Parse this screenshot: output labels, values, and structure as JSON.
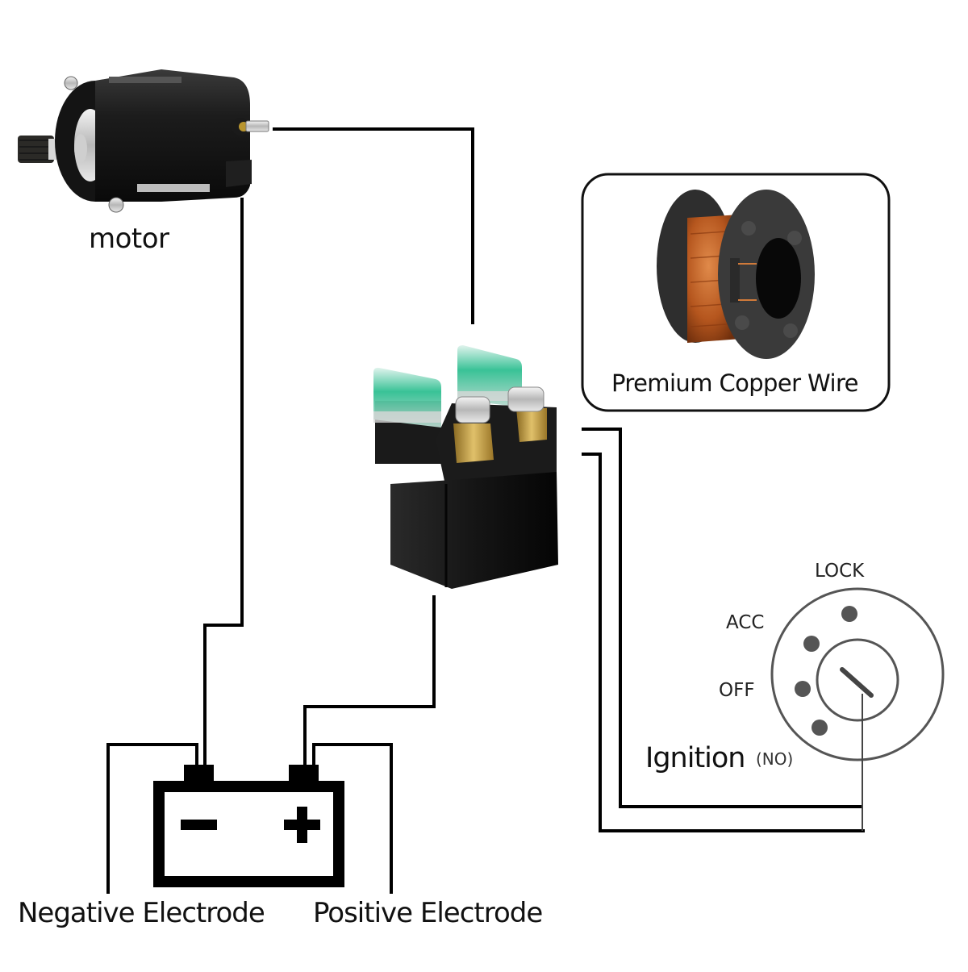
{
  "diagram": {
    "title": "Starter solenoid wiring diagram",
    "components": {
      "motor": {
        "label": "motor",
        "icon": "starter-motor-icon"
      },
      "solenoid": {
        "label": "",
        "icon": "starter-solenoid-relay-icon"
      },
      "copper_wire": {
        "label": "Premium Copper Wire",
        "icon": "copper-wire-spool-icon"
      },
      "battery": {
        "icon": "battery-icon",
        "minus_symbol": "−",
        "plus_symbol": "+",
        "negative_label": "Negative Electrode",
        "positive_label": "Positive Electrode"
      },
      "ignition": {
        "label": "Ignition",
        "sub_label": "(NO)",
        "icon": "ignition-switch-icon",
        "positions": [
          "LOCK",
          "ACC",
          "OFF"
        ]
      }
    },
    "connections": [
      {
        "from": "motor terminal",
        "to": "solenoid"
      },
      {
        "from": "motor ground",
        "to": "battery negative"
      },
      {
        "from": "solenoid",
        "to": "battery positive"
      },
      {
        "from": "solenoid coil",
        "to": "ignition switch"
      }
    ],
    "colors": {
      "wire": "#000000",
      "copper": "#b5561e",
      "fuse_green": "#2bb58a",
      "brass": "#c9a24a",
      "switch_gray": "#555555"
    }
  }
}
